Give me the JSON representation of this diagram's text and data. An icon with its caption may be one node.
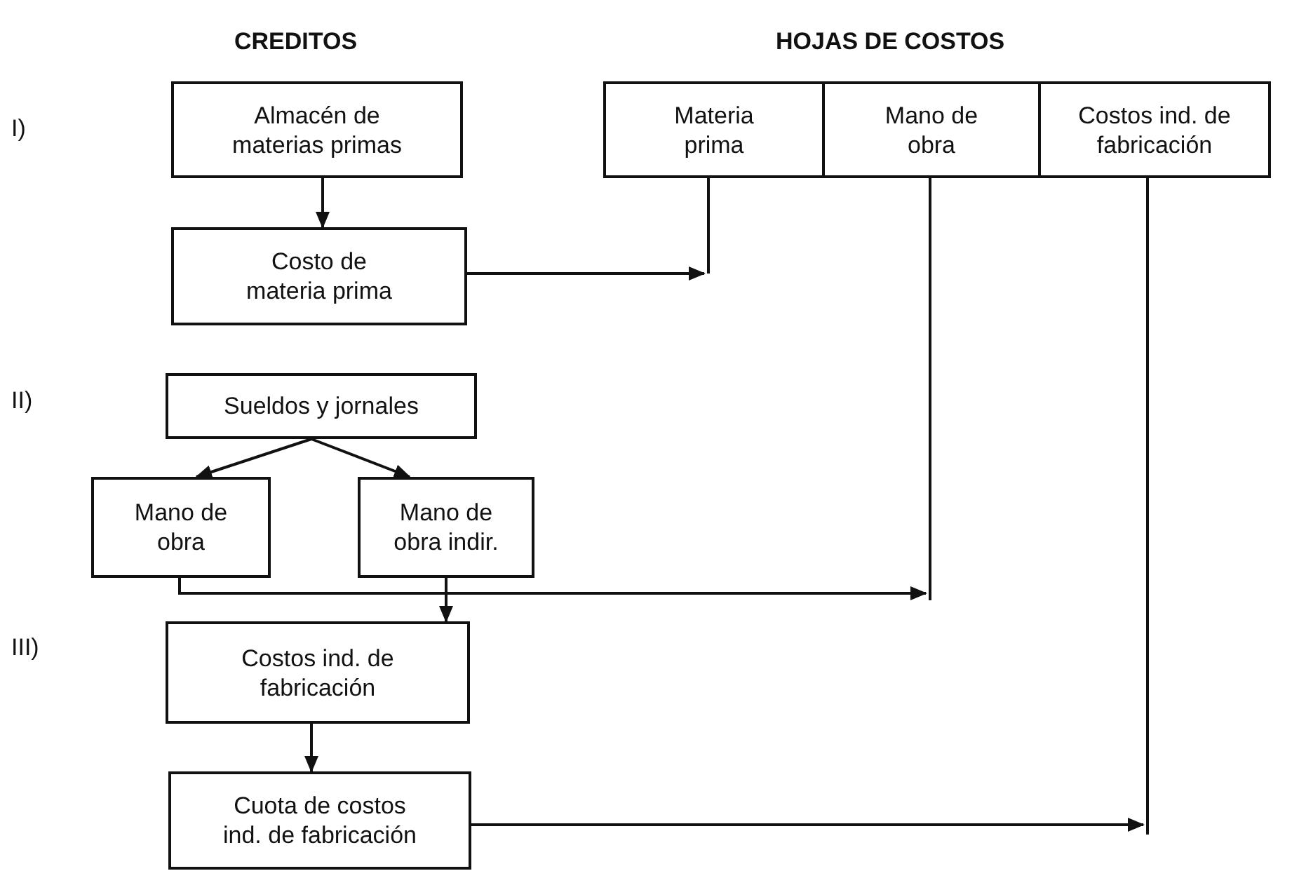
{
  "diagram": {
    "nodes": [
      {
        "text": [
          "Almacén de materias primas"
        ]
      },
      {
        "text": [
          "Costo de materia prima"
        ]
      },
      {
        "text": [
          "Materia prima"
        ]
      },
      {
        "text": [
          "Mano de obra"
        ]
      },
      {
        "text": [
          "Costos ind. de fabricación"
        ]
      },
      {
        "text": [
          "Sueldos y jornales"
        ]
      },
      {
        "text": [
          "Mano de obra"
        ]
      },
      {
        "text": [
          "Mano de obra indir."
        ]
      },
      {
        "text": [
          "Costos ind. de fabricación"
        ]
      },
      {
        "text": [
          "Cuota de costos ind. de fabricación"
        ]
      },
      {
        "text": [],
        "shape": "bar"
      },
      {
        "text": [],
        "shape": "bar"
      },
      {
        "text": [],
        "shape": "bar"
      }
    ],
    "edges": [
      {
        "from": 0,
        "to": 1,
        "arrow": "to"
      },
      {
        "from": 1,
        "to": 10,
        "arrow": "to"
      },
      {
        "from": 5,
        "to": 6,
        "arrow": "to"
      },
      {
        "from": 5,
        "to": 7,
        "arrow": "to"
      },
      {
        "from": 6,
        "to": 11,
        "arrow": "to"
      },
      {
        "from": 7,
        "to": 8,
        "arrow": "to"
      },
      {
        "from": 8,
        "to": 9,
        "arrow": "to"
      },
      {
        "from": 9,
        "to": 12,
        "arrow": "to"
      }
    ],
    "labels": [
      "CREDITOS",
      "HOJAS DE COSTOS",
      "I)",
      "II)",
      "III)"
    ]
  }
}
